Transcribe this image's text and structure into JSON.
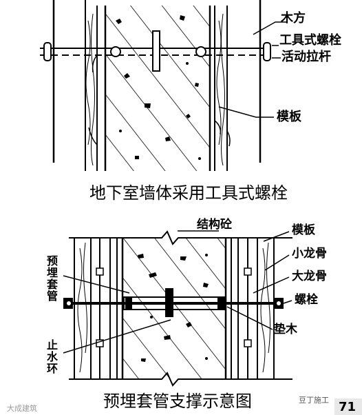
{
  "top_figure": {
    "caption": "地下室墙体采用工具式螺栓",
    "labels": {
      "timber": "木方",
      "tool_bolt": "工具式螺栓",
      "tie_rod": "活动拉杆",
      "formwork": "模板"
    }
  },
  "bottom_figure": {
    "caption": "预埋套管支撑示意图",
    "labels": {
      "concrete": "结构砼",
      "formwork": "模板",
      "small_keel": "小龙骨",
      "large_keel": "大龙骨",
      "bolt": "螺栓",
      "shim": "垫木",
      "sleeve": "预埋套管",
      "water_stop": "止水环"
    }
  },
  "footer": {
    "watermark_left": "大成建筑",
    "brand": "豆丁施工",
    "page_number": "71"
  },
  "colors": {
    "ink": "#000000",
    "background": "#ffffff",
    "watermark": "#9a9a9a"
  }
}
